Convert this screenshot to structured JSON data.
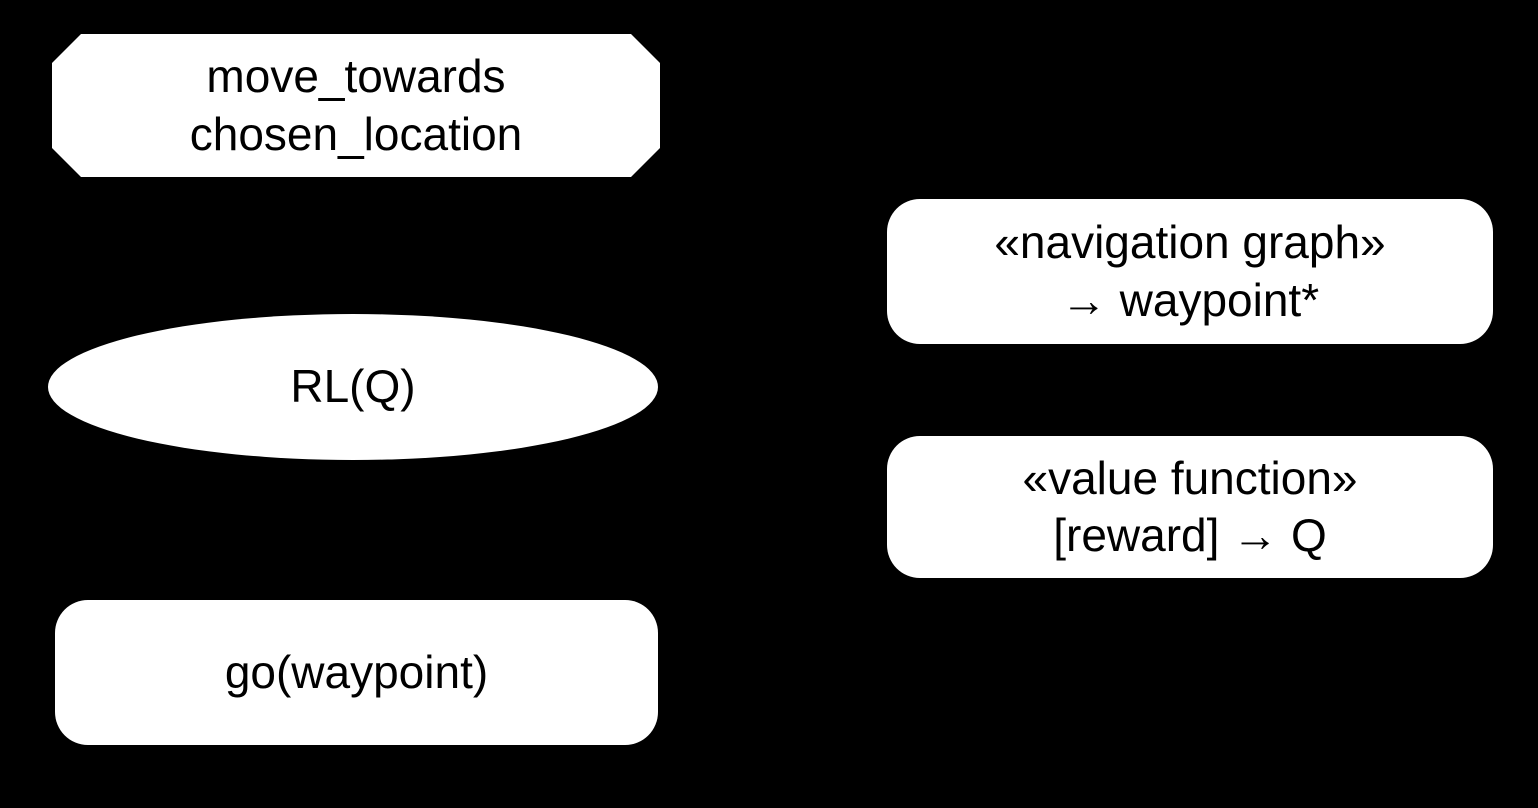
{
  "colors": {
    "background": "#000000",
    "node_fill": "#ffffff",
    "node_text": "#000000"
  },
  "nodes": [
    {
      "name": "move-towards-chosen-location",
      "shape": "octagon",
      "lines": [
        "move_towards",
        "chosen_location"
      ]
    },
    {
      "name": "rl-q",
      "shape": "ellipse",
      "lines": [
        "RL(Q)"
      ]
    },
    {
      "name": "go-waypoint",
      "shape": "rounded-rectangle",
      "lines": [
        "go(waypoint)"
      ]
    },
    {
      "name": "navigation-graph-waypoint",
      "shape": "rounded-rectangle",
      "lines": [
        "«navigation graph»",
        "→ waypoint*"
      ]
    },
    {
      "name": "value-function-reward-q",
      "shape": "rounded-rectangle",
      "lines": [
        "«value function»",
        "[reward] → Q"
      ]
    }
  ]
}
